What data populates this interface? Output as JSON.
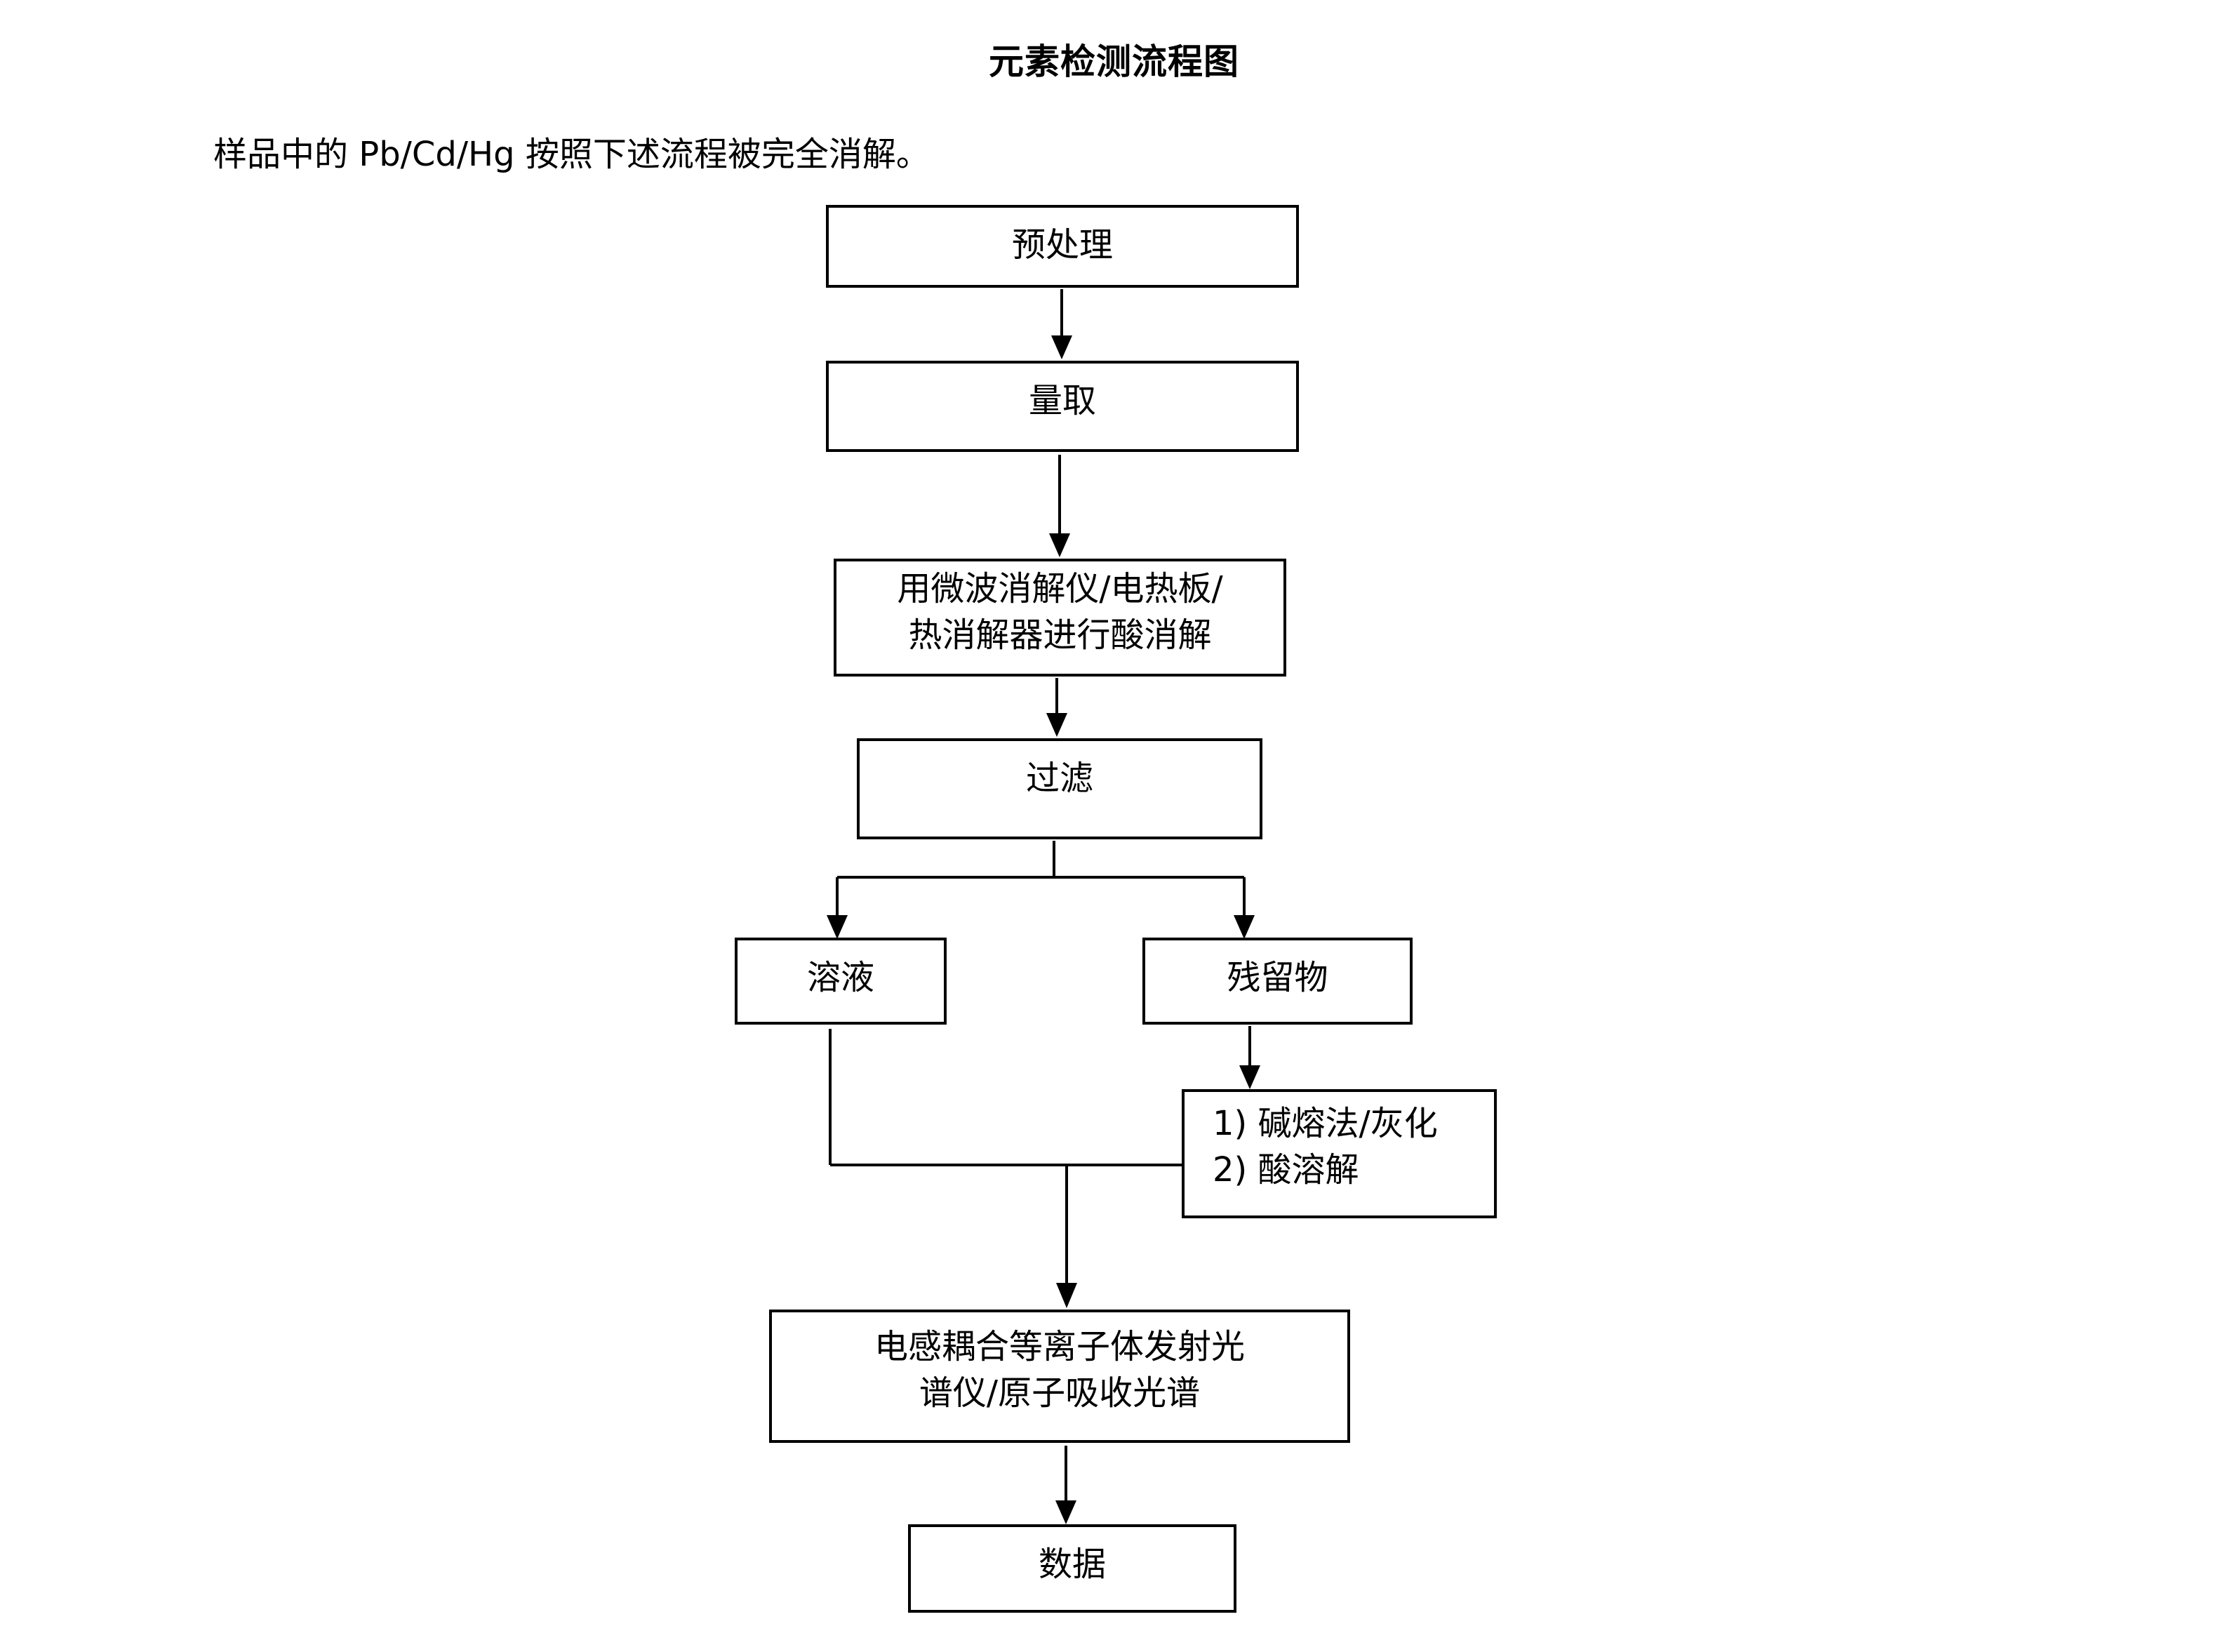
{
  "page": {
    "title": "元素检测流程图",
    "intro": "样品中的 Pb/Cd/Hg 按照下述流程被完全消解。"
  },
  "flowchart": {
    "nodes": {
      "pretreatment": "预处理",
      "measure": "量取",
      "acid_digestion": [
        "用微波消解仪/电热板/",
        "热消解器进行酸消解"
      ],
      "filtration": "过滤",
      "solution": "溶液",
      "residue": "残留物",
      "residue_treatment": [
        "1) 碱熔法/灰化",
        "2) 酸溶解"
      ],
      "instrument": [
        "电感耦合等离子体发射光",
        "谱仪/原子吸收光谱"
      ],
      "data": "数据"
    }
  }
}
